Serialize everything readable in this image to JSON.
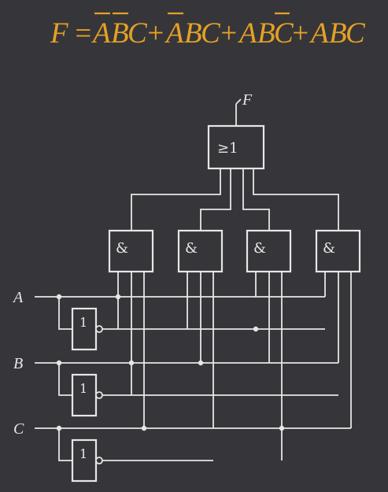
{
  "formula": {
    "lhs": "F",
    "equals": "=",
    "terms": [
      {
        "vars": [
          "A",
          "B",
          "C"
        ],
        "inverted": [
          true,
          true,
          false
        ]
      },
      {
        "vars": [
          "A",
          "B",
          "C"
        ],
        "inverted": [
          true,
          false,
          false
        ]
      },
      {
        "vars": [
          "A",
          "B",
          "C"
        ],
        "inverted": [
          false,
          false,
          true
        ]
      },
      {
        "vars": [
          "A",
          "B",
          "C"
        ],
        "inverted": [
          false,
          false,
          false
        ]
      }
    ],
    "plus": "+",
    "color": "#e5a125"
  },
  "diagram": {
    "output_label": "F",
    "or_gate_symbol": "≥1",
    "and_gate_symbol": "&",
    "not_gate_symbol": "1",
    "inputs": [
      "A",
      "B",
      "C"
    ],
    "line_color": "#e6e6e6",
    "background": "#36363a"
  }
}
